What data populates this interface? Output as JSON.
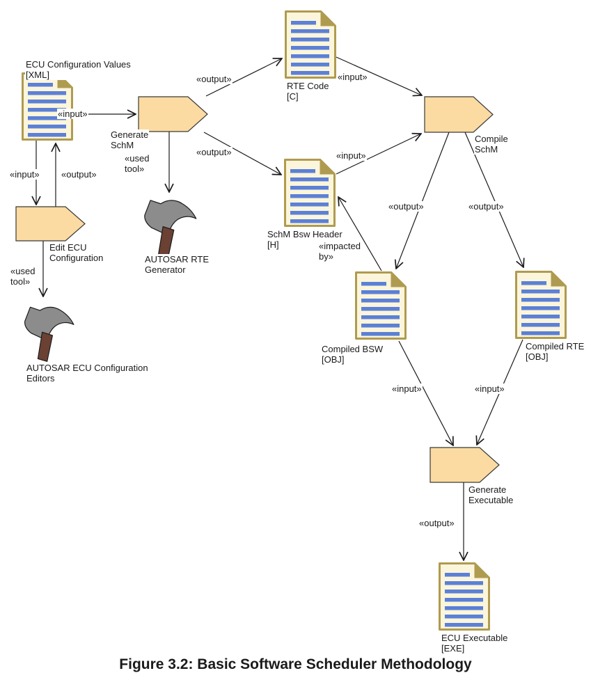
{
  "caption": "Figure 3.2: Basic Software Scheduler Methodology",
  "colors": {
    "activity_fill": "#FBDBA1",
    "document_fill": "#FBF5DB",
    "document_border": "#AF9B50",
    "stripe_blue": "#5C80D6",
    "hammer_head": "#8C8C8C",
    "hammer_handle": "#6B4134",
    "line_color": "#1a1a1a"
  },
  "nodes": {
    "ecu_config_values": {
      "name": "ECU Configuration Values",
      "tag": "[XML]"
    },
    "rte_code": {
      "name": "RTE Code",
      "tag": "[C]"
    },
    "schm_bsw_header": {
      "name": "SchM Bsw Header",
      "tag": "[H]"
    },
    "compiled_bsw": {
      "name": "Compiled BSW",
      "tag": "[OBJ]"
    },
    "compiled_rte": {
      "name": "Compiled RTE",
      "tag": "[OBJ]"
    },
    "ecu_executable": {
      "name": "ECU Executable",
      "tag": "[EXE]"
    },
    "generate_schm": {
      "line1": "Generate",
      "line2": "SchM"
    },
    "compile_schm": {
      "line1": "Compile",
      "line2": "SchM"
    },
    "edit_ecu_configuration": {
      "line1": "Edit ECU",
      "line2": "Configuration"
    },
    "generate_executable": {
      "line1": "Generate",
      "line2": "Executable"
    },
    "autosar_rte_generator": {
      "line1": "AUTOSAR RTE",
      "line2": "Generator"
    },
    "autosar_ecu_configuration_editors": {
      "line1": "AUTOSAR ECU Configuration",
      "line2": "Editors"
    }
  },
  "edge_labels": {
    "ecu_to_generate_input": "«input»",
    "generate_to_rtecode_output": "«output»",
    "generate_to_schmheader_output": "«output»",
    "rtecode_to_compile_input": "«input»",
    "schmheader_to_compile_input": "«input»",
    "generate_used_tool_line1": "«used",
    "generate_used_tool_line2": "tool»",
    "compile_to_bsw_output": "«output»",
    "compile_to_rte_output": "«output»",
    "impacted_by_line1": "«impacted",
    "impacted_by_line2": "by»",
    "edit_input": "«input»",
    "edit_output": "«output»",
    "edit_used_tool_line1": "«used",
    "edit_used_tool_line2": "tool»",
    "bsw_to_genexe_input": "«input»",
    "rte_to_genexe_input": "«input»",
    "genexe_output": "«output»"
  }
}
